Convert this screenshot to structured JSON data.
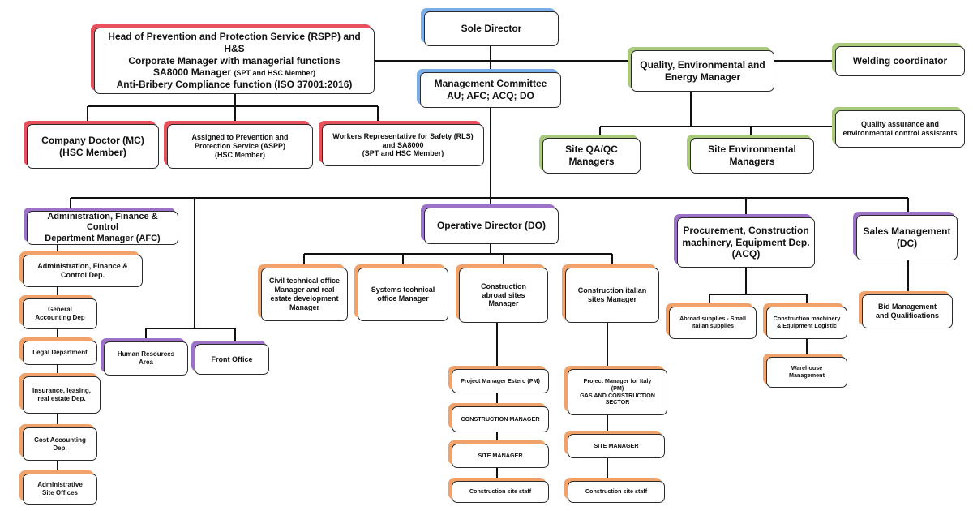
{
  "nodes": {
    "sole_director": [
      "Sole Director"
    ],
    "rspp": [
      "Head of Prevention and Protection Service (RSPP) and H&S",
      "Corporate Manager with managerial functions",
      "SA8000 Manager",
      "(SPT and HSC Member)",
      "Anti-Bribery Compliance function (ISO 37001:2016)"
    ],
    "management_committee": [
      "Management Committee",
      "AU; AFC; ACQ; DO"
    ],
    "quality_manager": [
      "Quality, Environmental and",
      "Energy Manager"
    ],
    "welding_coordinator": [
      "Welding coordinator"
    ],
    "quality_assistants": [
      "Quality assurance and",
      "environmental control assistants"
    ],
    "site_qa_qc": [
      "Site QA/QC Managers"
    ],
    "site_environmental": [
      "Site Environmental",
      "Managers"
    ],
    "company_doctor": [
      "Company Doctor (MC)",
      "(HSC Member)"
    ],
    "aspp": [
      "Assigned to Prevention and",
      "Protection Service (ASPP)",
      "(HSC Member)"
    ],
    "rls": [
      "Workers Representative for Safety (RLS)",
      "and SA8000",
      "(SPT and HSC Member)"
    ],
    "afc_manager": [
      "Administration, Finance & Control",
      "Department Manager (AFC)"
    ],
    "afc_dep": [
      "Administration, Finance &",
      "Control Dep."
    ],
    "general_accounting": [
      "General",
      "Accounting Dep"
    ],
    "legal": [
      "Legal Department"
    ],
    "insurance": [
      "Insurance, leasing,",
      "real estate Dep."
    ],
    "cost_accounting": [
      "Cost Accounting",
      "Dep."
    ],
    "admin_site_offices": [
      "Administrative",
      "Site Offices"
    ],
    "hr": [
      "Human Resources",
      "Area"
    ],
    "front_office": [
      "Front Office"
    ],
    "operative_director": [
      "Operative Director (DO)"
    ],
    "civil_office": [
      "Civil technical office",
      "Manager and real",
      "estate development",
      "Manager"
    ],
    "systems_office": [
      "Systems technical",
      "office Manager"
    ],
    "construction_abroad": [
      "Construction",
      "abroad sites",
      "Manager"
    ],
    "construction_italian": [
      "Construction italian",
      "sites Manager"
    ],
    "pm_estero": [
      "Project Manager Estero (PM)"
    ],
    "construction_manager": [
      "CONSTRUCTION MANAGER"
    ],
    "site_manager_abroad": [
      "SITE MANAGER"
    ],
    "site_staff_abroad": [
      "Construction site staff"
    ],
    "pm_italy": [
      "Project Manager for Italy",
      "(PM)",
      "GAS AND CONSTRUCTION",
      "SECTOR"
    ],
    "site_manager_italy": [
      "SITE MANAGER"
    ],
    "site_staff_italy": [
      "Construction site staff"
    ],
    "procurement": [
      "Procurement, Construction",
      "machinery, Equipment Dep.",
      "(ACQ)"
    ],
    "abroad_supplies": [
      "Abroad supplies - Small",
      "Italian supplies"
    ],
    "machinery_logistic": [
      "Construction machinery",
      "& Equipment Logistic"
    ],
    "warehouse": [
      "Warehouse",
      "Management"
    ],
    "sales": [
      "Sales Management",
      "(DC)"
    ],
    "bid_management": [
      "Bid Management",
      "and Qualifications"
    ]
  },
  "colors": {
    "blue": "#79aee8",
    "red": "#e8505b",
    "green": "#a9c97b",
    "purple": "#9c72c8",
    "orange": "#f0a26a",
    "connector": "#111111"
  }
}
